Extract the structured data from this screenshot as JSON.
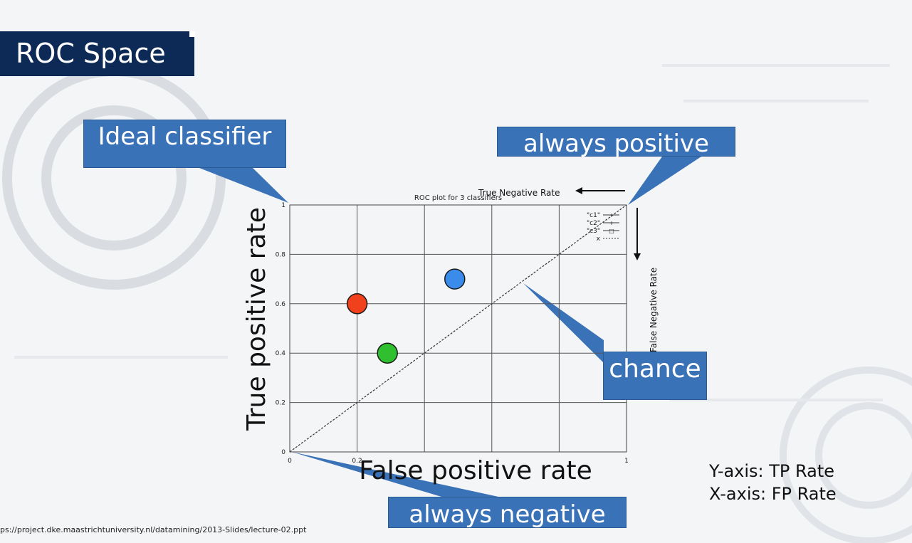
{
  "slide": {
    "title": "ROC Space",
    "source_url": "ps://project.dke.maastrichtuniversity.nl/datamining/2013-Slides/lecture-02.ppt",
    "notes": [
      "Y-axis: TP Rate",
      "X-axis: FP Rate"
    ]
  },
  "callouts": {
    "ideal": "Ideal classifier",
    "always_positive": "always positive",
    "chance": "chance",
    "always_negative": "always negative"
  },
  "colors": {
    "title_banner": "#0d2a57",
    "callout": "#3a72b8",
    "classifier_red": "#f0401c",
    "classifier_green": "#2fbf2f",
    "classifier_blue": "#3b8bea"
  },
  "chart_data": {
    "type": "scatter",
    "title": "ROC plot for 3 classifiers",
    "xlabel": "False positive rate",
    "ylabel": "True positive rate",
    "secondary_xlabel": "True Negative Rate",
    "secondary_ylabel": "False Negative Rate",
    "xlim": [
      0,
      1
    ],
    "ylim": [
      0,
      1
    ],
    "x_ticks": [
      "0",
      "0.2",
      "1"
    ],
    "y_ticks": [
      "0",
      "0.2",
      "0.4",
      "0.6",
      "0.8",
      "1"
    ],
    "grid": true,
    "legend_position": "top-right",
    "legend": [
      {
        "label": "\"c1\"",
        "marker": "+"
      },
      {
        "label": "\"c2\"",
        "marker": "+"
      },
      {
        "label": "\"c3\"",
        "marker": "□"
      },
      {
        "label": "x",
        "marker": ""
      }
    ],
    "points": [
      {
        "x": 0.2,
        "y": 0.6,
        "color": "#f0401c"
      },
      {
        "x": 0.29,
        "y": 0.4,
        "color": "#2fbf2f"
      },
      {
        "x": 0.49,
        "y": 0.7,
        "color": "#3b8bea"
      }
    ],
    "diagonal": {
      "from": [
        0,
        0
      ],
      "to": [
        1,
        1
      ]
    }
  }
}
